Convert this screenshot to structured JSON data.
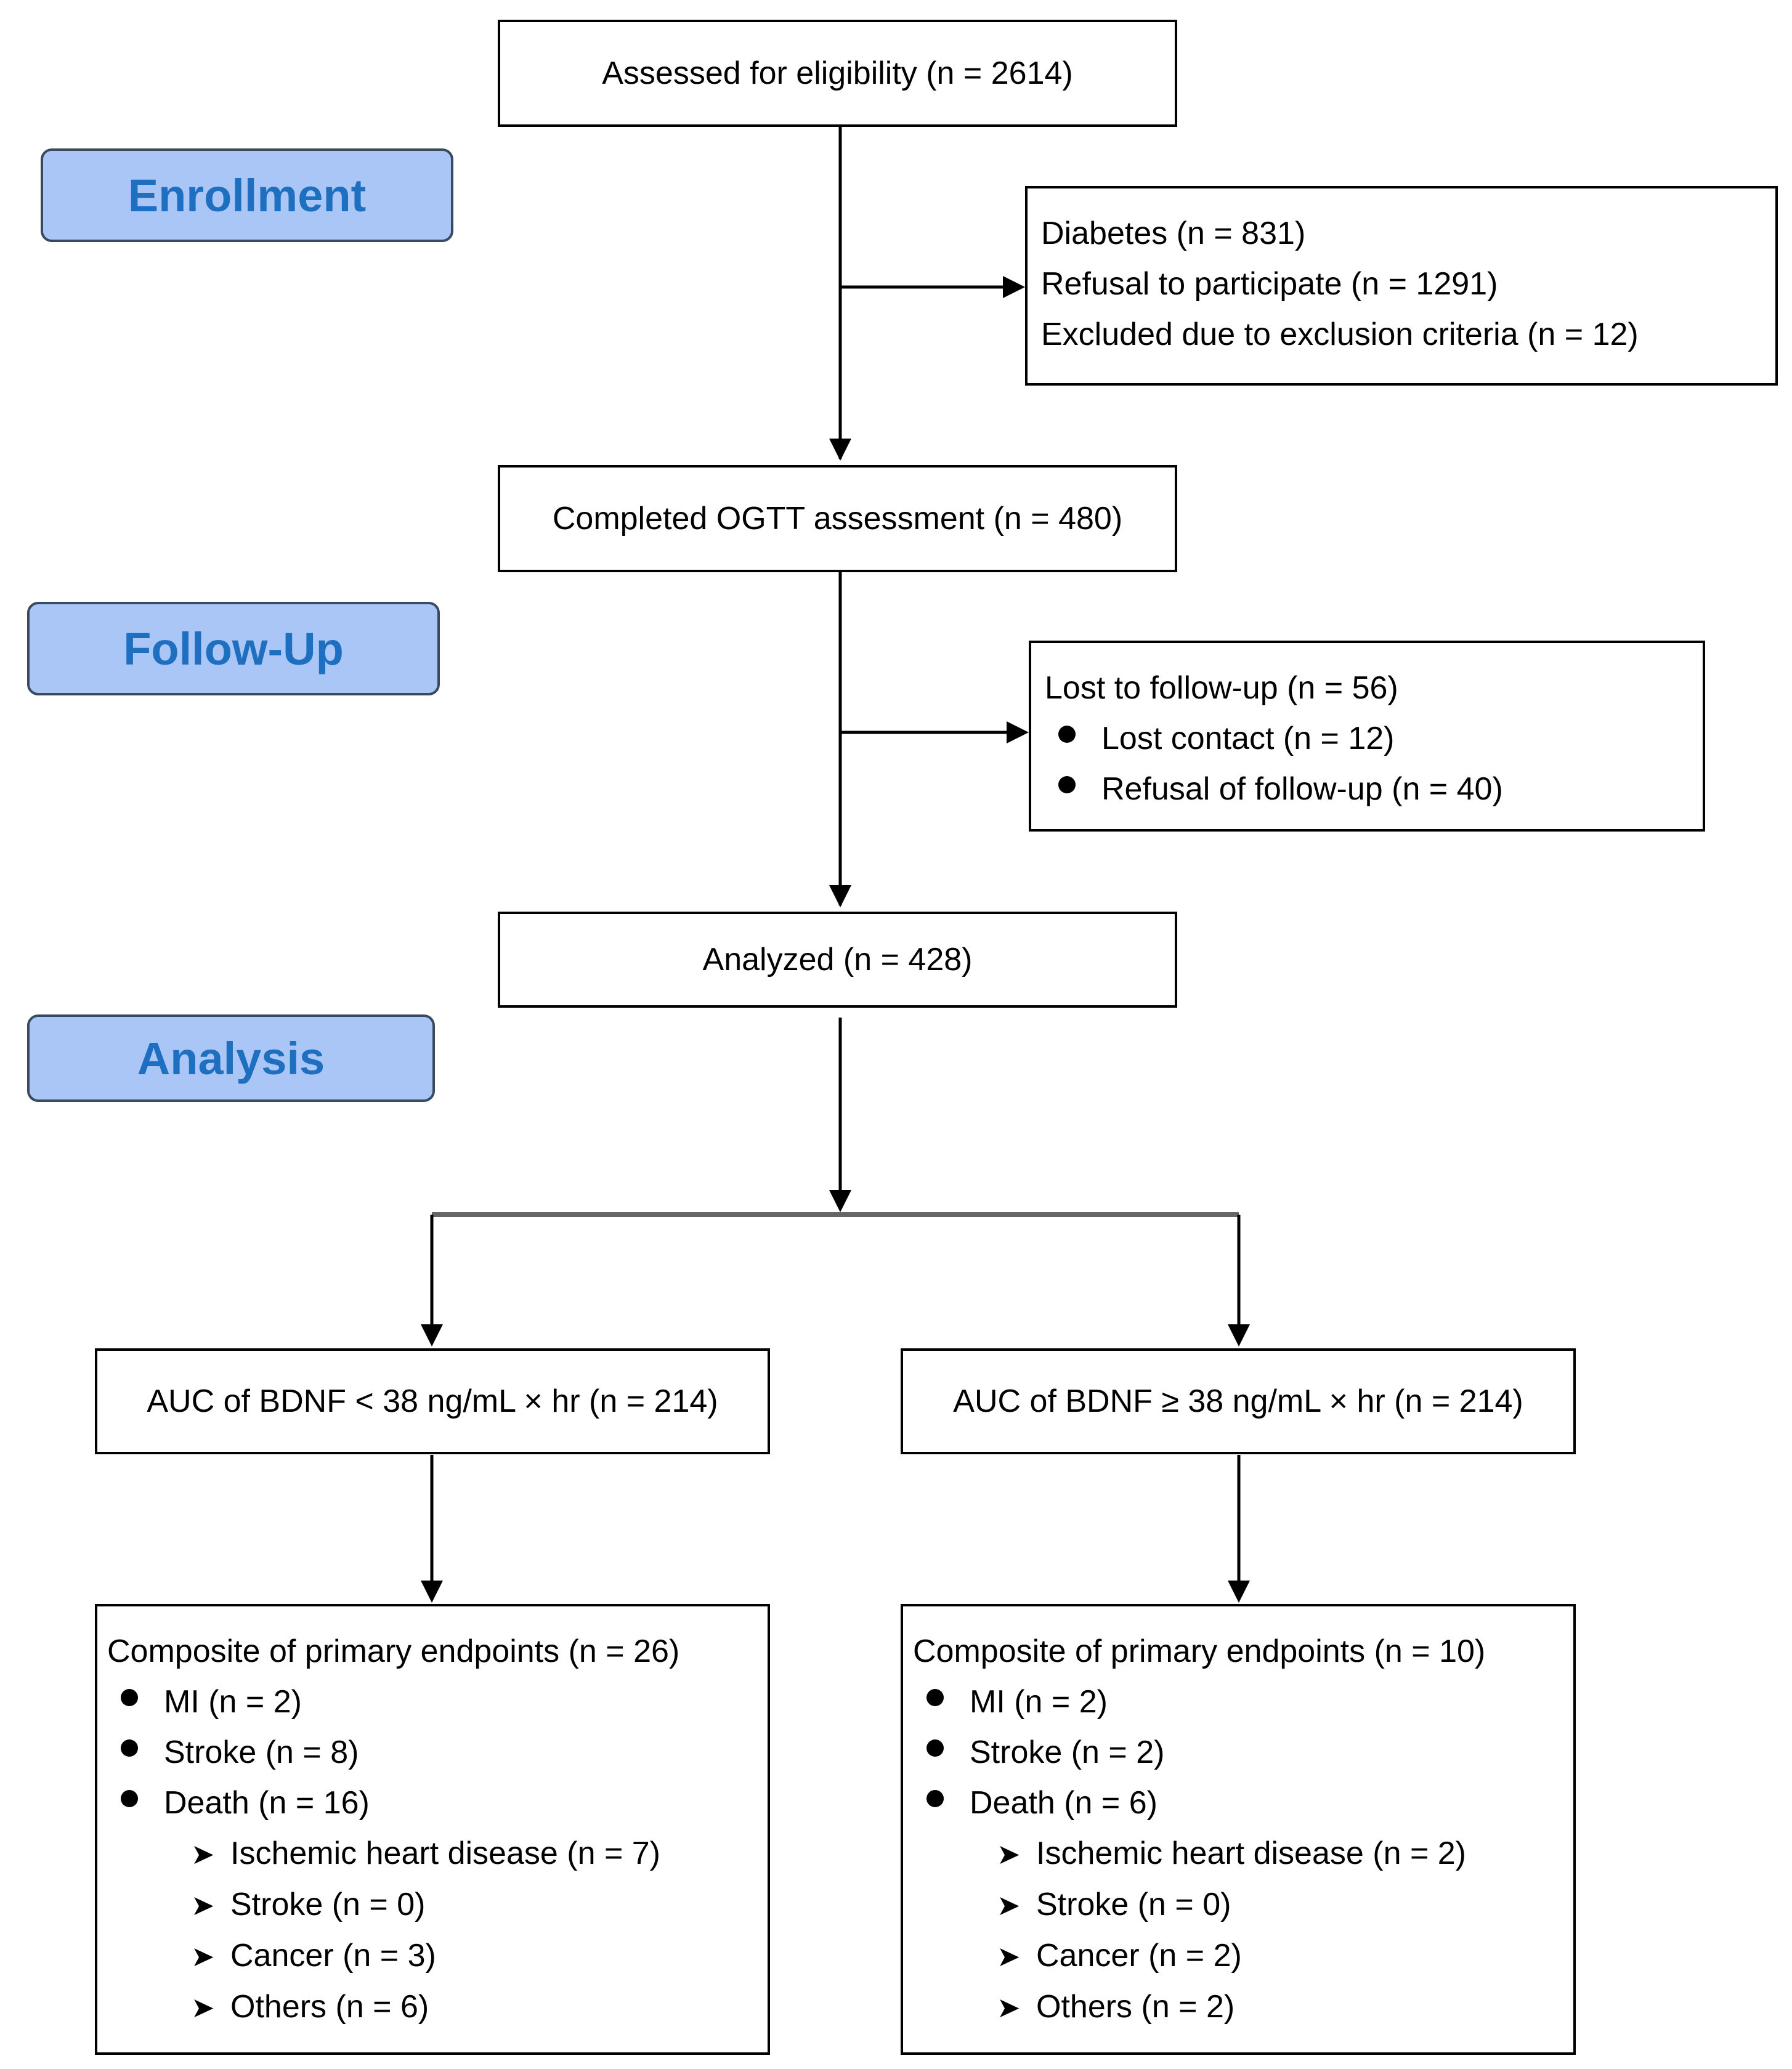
{
  "stages": {
    "enrollment": "Enrollment",
    "follow_up": "Follow-Up",
    "analysis": "Analysis"
  },
  "boxes": {
    "assessed": "Assessed for eligibility (n = 2614)",
    "excluded": [
      "Diabetes (n = 831)",
      "Refusal to participate (n = 1291)",
      "Excluded due to exclusion criteria (n = 12)"
    ],
    "ogtt": "Completed OGTT assessment (n = 480)",
    "lost": {
      "title": "Lost to follow-up (n = 56)",
      "items": [
        "Lost contact (n = 12)",
        "Refusal of follow-up (n = 40)"
      ]
    },
    "analyzed": "Analyzed (n = 428)",
    "group_low": "AUC of BDNF < 38 ng/mL × hr (n = 214)",
    "group_high": "AUC of BDNF ≥ 38 ng/mL × hr (n = 214)",
    "outcomes_low": {
      "title": "Composite of primary endpoints (n = 26)",
      "items": [
        "MI (n = 2)",
        "Stroke (n = 8)",
        "Death (n = 16)"
      ],
      "death_causes": [
        "Ischemic heart disease (n = 7)",
        "Stroke (n = 0)",
        "Cancer (n = 3)",
        "Others (n = 6)"
      ]
    },
    "outcomes_high": {
      "title": "Composite of primary endpoints (n = 10)",
      "items": [
        "MI (n = 2)",
        "Stroke (n = 2)",
        "Death (n = 6)"
      ],
      "death_causes": [
        "Ischemic heart disease (n = 2)",
        "Stroke (n = 0)",
        "Cancer (n = 2)",
        "Others (n = 2)"
      ]
    }
  }
}
